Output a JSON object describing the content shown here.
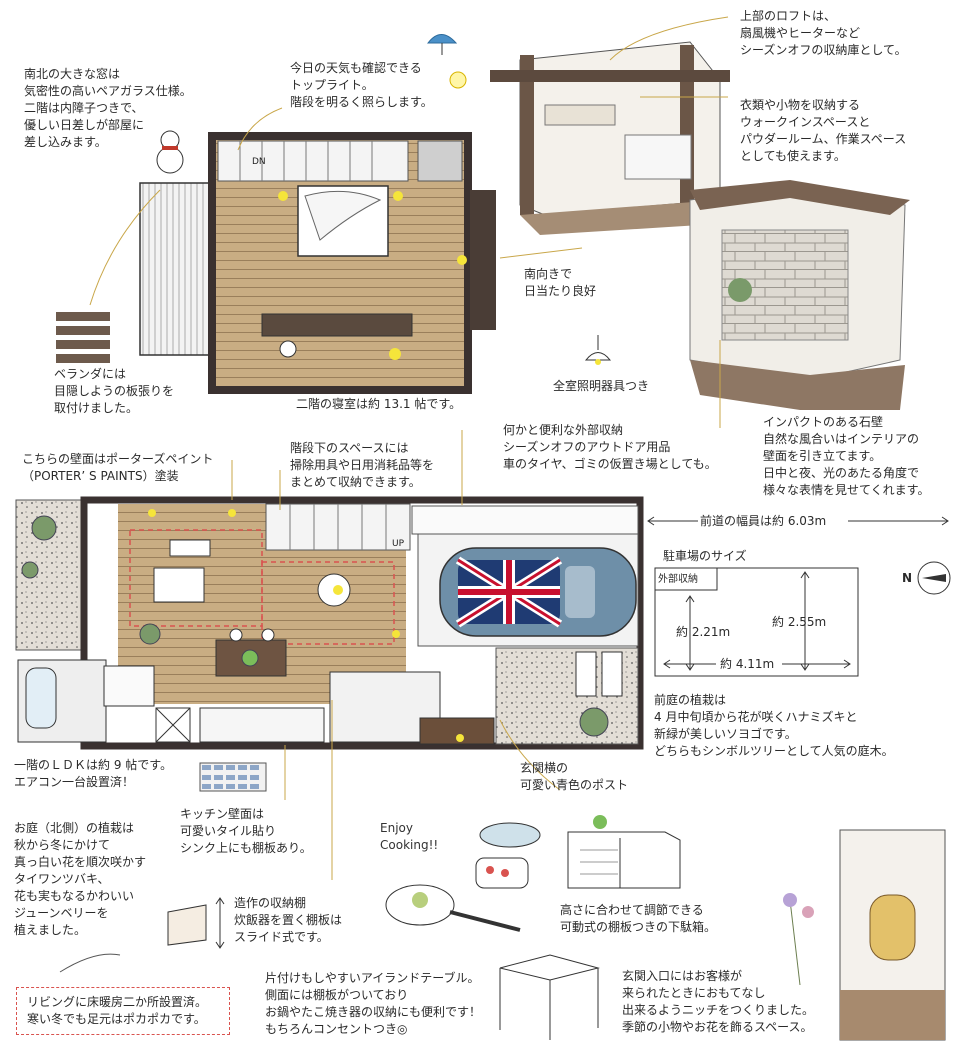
{
  "notes": {
    "window": "南北の大きな窓は\n気密性の高いペアガラス仕様。\n二階は内障子つきで、\n優しい日差しが部屋に\n差し込みます。",
    "toplight": "今日の天気も確認できる\nトップライト。\n階段を明るく照らします。",
    "loft": "上部のロフトは、\n扇風機やヒーターなど\nシーズンオフの収納庫として。",
    "walkin": "衣類や小物を収納する\nウォークインスペースと\nパウダールーム、作業スペース\nとしても使えます。",
    "south": "南向きで\n日当たり良好",
    "lighting": "全室照明器具つき",
    "veranda": "ベランダには\n目隠しようの板張りを\n取付けました。",
    "bedroom": "二階の寝室は約 13.1 帖です。",
    "stonewall": "インパクトのある石壁\n自然な風合いはインテリアの\n壁面を引き立てます。\n日中と夜、光のあたる角度で\n様々な表情を見せてくれます。",
    "paint": "こちらの壁面はポーターズペイント\n（PORTER’ S  PAINTS）塗装",
    "understair": "階段下のスペースには\n掃除用具や日用消耗品等を\nまとめて収納できます。",
    "outdoor": "何かと便利な外部収納\nシーズンオフのアウトドア用品\n車のタイヤ、ゴミの仮置き場としても。",
    "road": "前道の幅員は約 6.03m",
    "parking_title": "駐車場のサイズ",
    "ldk": "一階のＬＤＫは約 9 帖です。\nエアコン一台設置済！",
    "kitchen": "キッチン壁面は\n可愛いタイル貼り\nシンク上にも棚板あり。",
    "garden_north": "お庭（北側）の植栽は\n秋から冬にかけて\n真っ白い花を順次咲かす\nタイワンツバキ、\n花も実もなるかわいい\nジューンベリーを\n植えました。",
    "post": "玄関横の\n可愛い青色のポスト",
    "front_garden": "前庭の植栽は\n4 月中旬頃から花が咲くハナミズキと\n新緑が美しいソヨゴです。\nどちらもシンボルツリーとして人気の庭木。",
    "cooking": "Enjoy\nCooking!!",
    "rice_shelf": "造作の収納棚\n炊飯器を置く棚板は\nスライド式です。",
    "shoe_box": "高さに合わせて調節できる\n可動式の棚板つきの下駄箱。",
    "heating": "リビングに床暖房二か所設置済。\n寒い冬でも足元はポカポカです。",
    "island": "片付けもしやすいアイランドテーブル。\n側面には棚板がついており\nお鍋やたこ焼き器の収納にも便利です！\nもちろんコンセントつき◎",
    "niche": "玄関入口にはお客様が\n来られたときにおもてなし\n出来るようニッチをつくりました。\n季節の小物やお花を飾るスペース。"
  },
  "parking": {
    "outer_label": "外部収納",
    "dim_221": "約 2.21m",
    "dim_255": "約 2.55m",
    "dim_411": "約 4.11m"
  },
  "plan_labels": {
    "dn": "DN",
    "up": "UP"
  },
  "compass": {
    "north": "N"
  },
  "colors": {
    "floor": "#c4a77c",
    "wall": "#3a3130",
    "accent": "#d9534f",
    "light": "#f5e53a",
    "car": "#6e8fa8"
  }
}
